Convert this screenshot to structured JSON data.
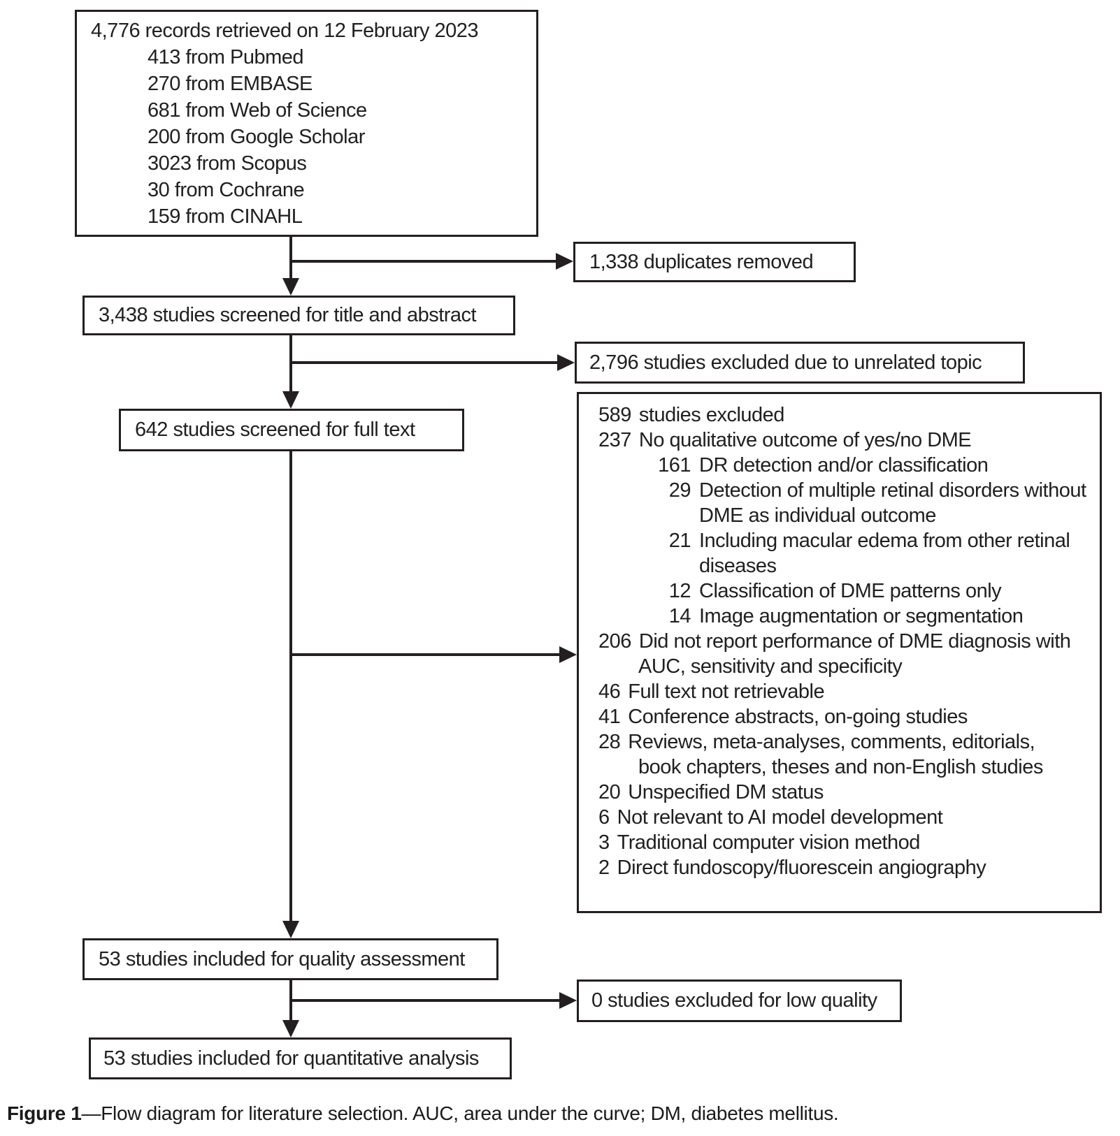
{
  "figure": {
    "boxes": {
      "records": {
        "title": "4,776 records retrieved on 12 February 2023",
        "sources": [
          "413 from Pubmed",
          "270 from EMBASE",
          "681 from Web of Science",
          "200 from Google Scholar",
          "3023 from Scopus",
          "30 from Cochrane",
          "159 from CINAHL"
        ]
      },
      "duplicates": {
        "label": "1,338 duplicates removed"
      },
      "title_abstract": {
        "label": "3,438 studies screened for title and abstract"
      },
      "unrelated": {
        "label": "2,796 studies excluded due to unrelated topic"
      },
      "full_text": {
        "label": "642 studies screened for full text"
      },
      "exclusions": {
        "rows": [
          {
            "num": "589",
            "text": "studies excluded"
          },
          {
            "num": "237",
            "text": "No qualitative outcome of yes/no DME"
          },
          {
            "num": "161",
            "text": "DR detection and/or classification"
          },
          {
            "num": "29",
            "text": "Detection of multiple retinal disorders without"
          },
          {
            "num": "",
            "text": "DME as individual outcome"
          },
          {
            "num": "21",
            "text": "Including macular edema from other retinal"
          },
          {
            "num": "",
            "text": "diseases"
          },
          {
            "num": "12",
            "text": "Classification of DME patterns only"
          },
          {
            "num": "14",
            "text": "Image augmentation or segmentation"
          },
          {
            "num": "206",
            "text": "Did not report performance of DME diagnosis with"
          },
          {
            "num": "",
            "text": "AUC, sensitivity and specificity"
          },
          {
            "num": "46",
            "text": "Full text not retrievable"
          },
          {
            "num": "41",
            "text": "Conference abstracts, on-going studies"
          },
          {
            "num": "28",
            "text": "Reviews, meta-analyses, comments, editorials,"
          },
          {
            "num": "",
            "text": "book chapters, theses and non-English studies"
          },
          {
            "num": "20",
            "text": "Unspecified DM status"
          },
          {
            "num": "6",
            "text": "Not relevant to AI model development"
          },
          {
            "num": "3",
            "text": "Traditional computer vision method"
          },
          {
            "num": "2",
            "text": "Direct fundoscopy/fluorescein angiography"
          }
        ]
      },
      "quality": {
        "label": "53 studies included for quality assessment"
      },
      "low_quality": {
        "label": "0 studies excluded for low quality"
      },
      "quantitative": {
        "label": "53 studies included for quantitative analysis"
      }
    },
    "caption": {
      "label": "Figure 1",
      "text": "—Flow diagram for literature selection. AUC, area under the curve; DM, diabetes mellitus."
    }
  },
  "colors": {
    "ink": "#231f20",
    "background": "#ffffff"
  }
}
